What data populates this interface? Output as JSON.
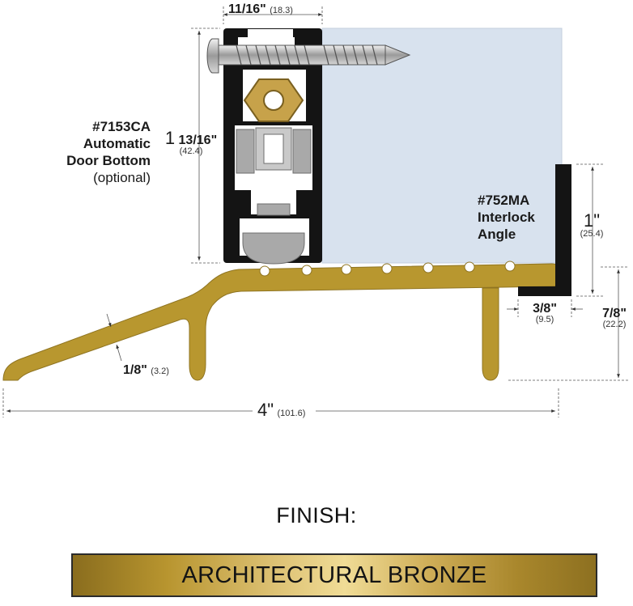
{
  "callouts": {
    "door_bottom": {
      "model": "#7153CA",
      "line2": "Automatic",
      "line3": "Door Bottom",
      "note": "(optional)"
    },
    "interlock": {
      "model": "#752MA",
      "line2": "Interlock",
      "line3": "Angle"
    }
  },
  "dimensions": {
    "top_width": {
      "imperial": "11/16\"",
      "metric": "(18.3)"
    },
    "height": {
      "whole": "1",
      "frac": "13/16\"",
      "metric": "(42.4)"
    },
    "angle_height": {
      "imperial": "1\"",
      "metric": "(25.4)"
    },
    "angle_leg": {
      "imperial": "3/8\"",
      "metric": "(9.5)"
    },
    "saddle_height": {
      "imperial": "7/8\"",
      "metric": "(22.2)"
    },
    "thickness": {
      "imperial": "1/8\"",
      "metric": "(3.2)"
    },
    "overall_width": {
      "imperial": "4\"",
      "metric": "(101.6)"
    }
  },
  "finish": {
    "heading": "FINISH:",
    "name": "ARCHITECTURAL BRONZE"
  },
  "colors": {
    "bronze": "#B8972F",
    "black_extrusion": "#141414",
    "glass": "#D8E2EE",
    "gray_parts": "#A9A9A9",
    "brass": "#C7A24A"
  }
}
